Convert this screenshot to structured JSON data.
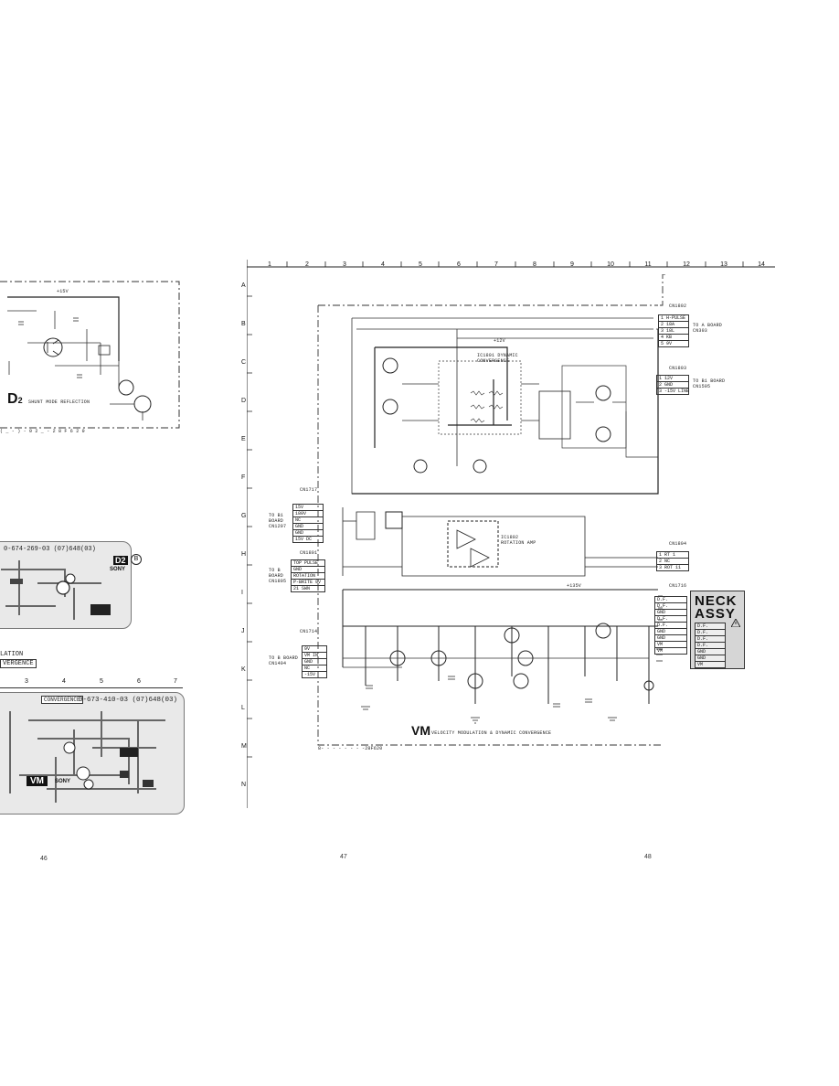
{
  "left_page": {
    "d2_board": {
      "voltage_top": "+15V",
      "title_letter": "D",
      "title_sub": "2",
      "title_caption": "SHUNT MODE REFLECTION",
      "footer_ref": "( _ - ) - 0 2 _ - 2 8 F 6 2 0",
      "pcb_code": "0-674-269-03 (07)648(03)",
      "pcb_logo": "D2",
      "pcb_brand": "SONY",
      "pcb_circle": "B"
    },
    "side_labels": [
      "LATION",
      "VERGENCE"
    ],
    "vm_pcb": {
      "column_numbers": [
        "3",
        "4",
        "5",
        "6",
        "7"
      ],
      "label_convergence": "CONVERGENCE",
      "pcb_code": "0-673-410-03 (07)648(03)",
      "logo": "VM",
      "brand": "SONY"
    },
    "page_number": "46"
  },
  "schematic": {
    "column_numbers": [
      "1",
      "2",
      "3",
      "4",
      "5",
      "6",
      "7",
      "8",
      "9",
      "10",
      "11",
      "12",
      "13",
      "14"
    ],
    "row_letters": [
      "A",
      "B",
      "C",
      "D",
      "E",
      "F",
      "G",
      "H",
      "I",
      "J",
      "K",
      "L",
      "M",
      "N"
    ],
    "cn1802": {
      "name": "CN1802",
      "pins": [
        "1 H-PULSE",
        "2 18A",
        "3 18L",
        "4 KB",
        "5 9V"
      ],
      "note": "TO A BOARD CN303"
    },
    "cn1803": {
      "name": "CN1803",
      "pins": [
        "1 12V",
        "2 GND",
        "3 -15V LINE"
      ],
      "note": "TO B1 BOARD CN1505"
    },
    "cn1717": {
      "name": "CN1717",
      "pins": [
        "15V",
        "180V",
        "NC",
        "GND",
        "GND",
        "15V DC"
      ],
      "note": "TO B1 BOARD CN1207"
    },
    "cn1801": {
      "name": "CN1801",
      "pins": [
        "TOP PULSE",
        "GND",
        "ROTATION",
        "P-BRITE 9V",
        "21 SWN"
      ],
      "note": "TO B BOARD CN1805"
    },
    "cn1714": {
      "name": "CN1714",
      "pins": [
        "9V",
        "VM IN",
        "GND",
        "NC",
        "-15V"
      ],
      "note": "TO B BOARD CN1404"
    },
    "cn1804": {
      "name": "CN1804",
      "pins": [
        "1 RT 1",
        "2 NC",
        "3 ROT 11"
      ]
    },
    "neck_conn": {
      "name": "CN1716",
      "pins": [
        "D.F.",
        "D.F.",
        "GND",
        "D.F.",
        "D.F.",
        "GND",
        "GND",
        "VM",
        "VM"
      ]
    },
    "neck_assy_line1": "NECK",
    "neck_assy_line2": "ASSY",
    "neck_pins": [
      "D.F.",
      "D.F.",
      "D.F.",
      "D.F.",
      "GND",
      "GND",
      "VM",
      "VM"
    ],
    "ic_label_top": "IC1801 DYNAMIC CONVERGENCE",
    "ic_label_rot": "IC1802 ROTATION AMP",
    "supply_top": "+12V",
    "supply_mid": "+135V",
    "vm_title": "VM",
    "vm_caption": "VELOCITY MODULATION & DYNAMIC CONVERGENCE",
    "footer_ref": "8-  -  -  -  -  -  -  -28F620",
    "page_number": "47"
  },
  "page_number_right": "48"
}
